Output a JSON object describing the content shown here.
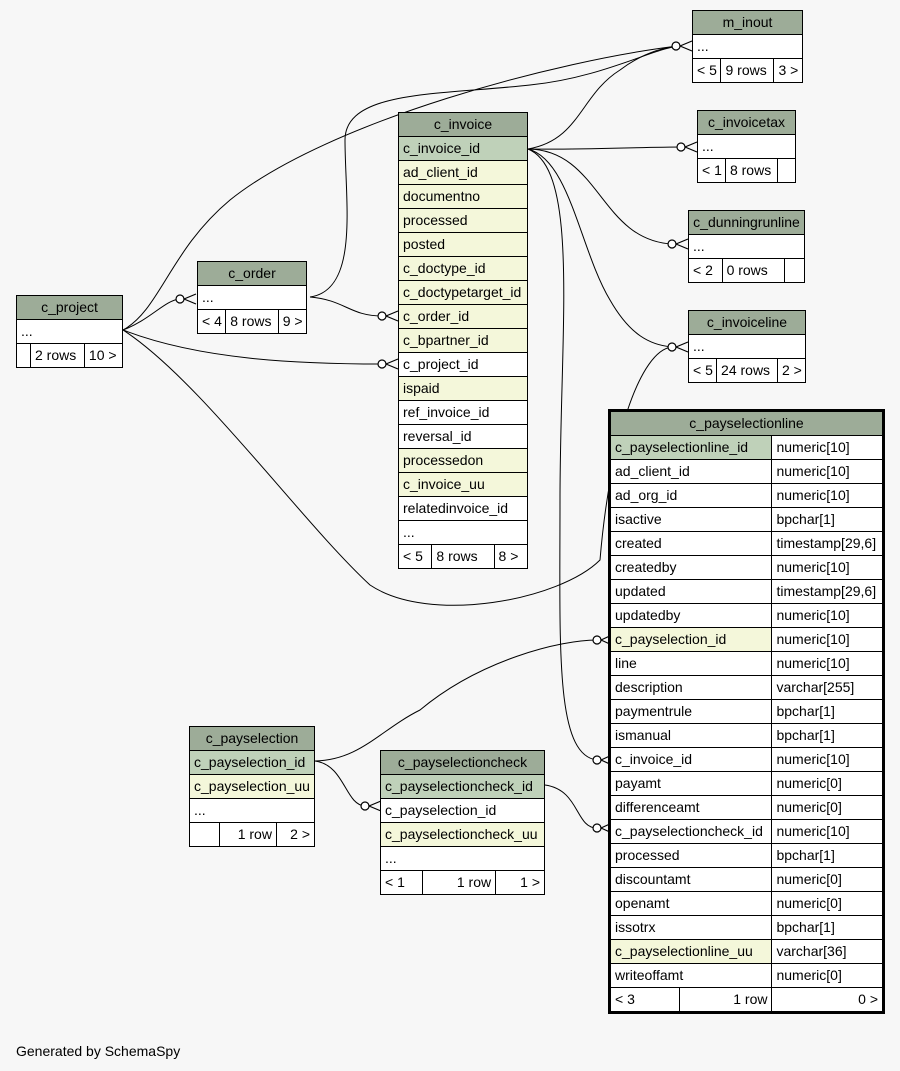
{
  "tables": {
    "m_inout": {
      "name": "m_inout",
      "ellipsis": "...",
      "nav": [
        "< 5",
        "9 rows",
        "3 >"
      ]
    },
    "c_invoicetax": {
      "name": "c_invoicetax",
      "ellipsis": "...",
      "nav": [
        "< 1",
        "8 rows",
        ""
      ]
    },
    "c_dunningrunline": {
      "name": "c_dunningrunline",
      "ellipsis": "...",
      "nav": [
        "< 2",
        "0 rows",
        ""
      ]
    },
    "c_invoiceline": {
      "name": "c_invoiceline",
      "ellipsis": "...",
      "nav": [
        "< 5",
        "24 rows",
        "2 >"
      ]
    },
    "c_order": {
      "name": "c_order",
      "ellipsis": "...",
      "nav": [
        "< 4",
        "8 rows",
        "9 >"
      ]
    },
    "c_project": {
      "name": "c_project",
      "ellipsis": "...",
      "nav": [
        "",
        "2 rows",
        "10 >"
      ]
    },
    "c_invoice": {
      "name": "c_invoice",
      "columns": [
        "c_invoice_id",
        "ad_client_id",
        "documentno",
        "processed",
        "posted",
        "c_doctype_id",
        "c_doctypetarget_id",
        "c_order_id",
        "c_bpartner_id",
        "c_project_id",
        "ispaid",
        "ref_invoice_id",
        "reversal_id",
        "processedon",
        "c_invoice_uu",
        "relatedinvoice_id",
        "..."
      ],
      "nav": [
        "< 5",
        "8 rows",
        "8 >"
      ]
    },
    "c_payselection": {
      "name": "c_payselection",
      "columns": [
        "c_payselection_id",
        "c_payselection_uu",
        "..."
      ],
      "nav": [
        "",
        "1 row",
        "2 >"
      ]
    },
    "c_payselectioncheck": {
      "name": "c_payselectioncheck",
      "columns": [
        "c_payselectioncheck_id",
        "c_payselection_id",
        "c_payselectioncheck_uu",
        "..."
      ],
      "nav": [
        "< 1",
        "1 row",
        "1 >"
      ]
    },
    "c_payselectionline": {
      "name": "c_payselectionline",
      "columns": [
        {
          "name": "c_payselectionline_id",
          "type": "numeric[10]"
        },
        {
          "name": "ad_client_id",
          "type": "numeric[10]"
        },
        {
          "name": "ad_org_id",
          "type": "numeric[10]"
        },
        {
          "name": "isactive",
          "type": "bpchar[1]"
        },
        {
          "name": "created",
          "type": "timestamp[29,6]"
        },
        {
          "name": "createdby",
          "type": "numeric[10]"
        },
        {
          "name": "updated",
          "type": "timestamp[29,6]"
        },
        {
          "name": "updatedby",
          "type": "numeric[10]"
        },
        {
          "name": "c_payselection_id",
          "type": "numeric[10]"
        },
        {
          "name": "line",
          "type": "numeric[10]"
        },
        {
          "name": "description",
          "type": "varchar[255]"
        },
        {
          "name": "paymentrule",
          "type": "bpchar[1]"
        },
        {
          "name": "ismanual",
          "type": "bpchar[1]"
        },
        {
          "name": "c_invoice_id",
          "type": "numeric[10]"
        },
        {
          "name": "payamt",
          "type": "numeric[0]"
        },
        {
          "name": "differenceamt",
          "type": "numeric[0]"
        },
        {
          "name": "c_payselectioncheck_id",
          "type": "numeric[10]"
        },
        {
          "name": "processed",
          "type": "bpchar[1]"
        },
        {
          "name": "discountamt",
          "type": "numeric[0]"
        },
        {
          "name": "openamt",
          "type": "numeric[0]"
        },
        {
          "name": "issotrx",
          "type": "bpchar[1]"
        },
        {
          "name": "c_payselectionline_uu",
          "type": "varchar[36]"
        },
        {
          "name": "writeoffamt",
          "type": "numeric[0]"
        }
      ],
      "nav": [
        "< 3",
        "1 row",
        "0 >"
      ]
    }
  },
  "footer": "Generated by SchemaSpy"
}
